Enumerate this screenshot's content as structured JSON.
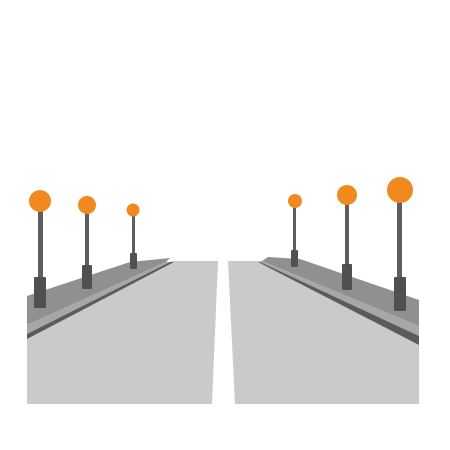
{
  "scene": {
    "subject": "road-with-street-lamps",
    "colors": {
      "background": "#ffffff",
      "road": "#c9cac9",
      "center_line": "#ffffff",
      "sidewalk_top": "#8f9090",
      "sidewalk_side": "#a6a7a6",
      "curb": "#5a5b5b",
      "lamp_pole": "#5d5e5e",
      "lamp_base": "#4f5050",
      "lamp_globe": "#f08a1f"
    },
    "lamps": {
      "left_count": 3,
      "right_count": 3
    }
  }
}
